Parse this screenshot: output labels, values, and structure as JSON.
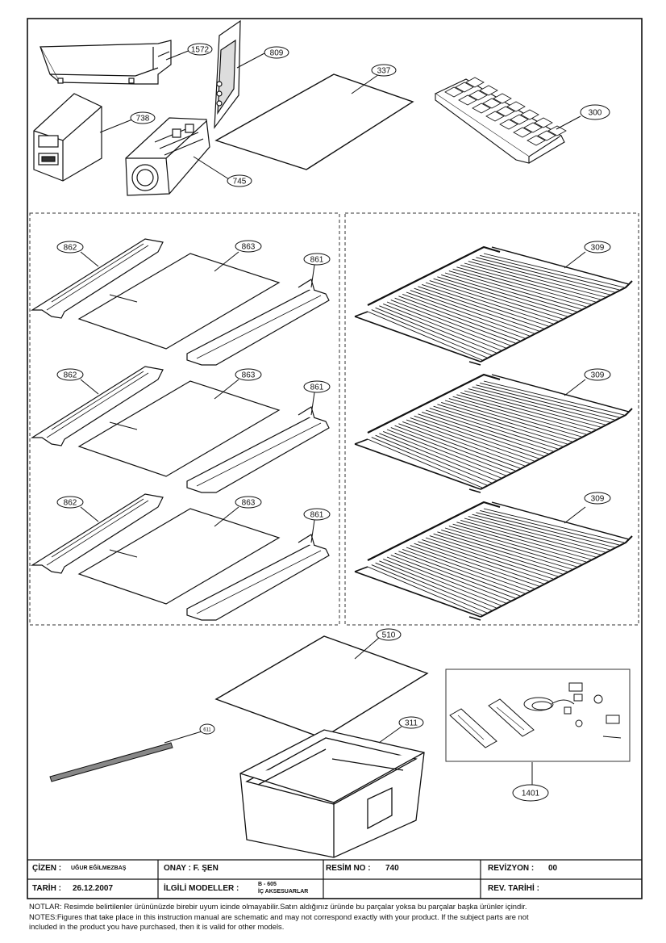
{
  "parts": {
    "p1572": "1572",
    "p809": "809",
    "p337": "337",
    "p300": "300",
    "p738": "738",
    "p745": "745",
    "p862a": "862",
    "p863a": "863",
    "p861a": "861",
    "p862b": "862",
    "p863b": "863",
    "p861b": "861",
    "p862c": "862",
    "p863c": "863",
    "p861c": "861",
    "p309a": "309",
    "p309b": "309",
    "p309c": "309",
    "p510": "510",
    "p311": "311",
    "p611": "611",
    "p1401": "1401"
  },
  "title_block": {
    "cizen_label": "ÇİZEN :",
    "cizen_value": "UĞUR EĞİLMEZBAŞ",
    "onay_label": "ONAY : F. ŞEN",
    "resim_label": "RESİM NO :",
    "resim_value": "740",
    "revizyon_label": "REVİZYON :",
    "revizyon_value": "00",
    "tarih_label": "TARİH :",
    "tarih_value": "26.12.2007",
    "ilgili_label": "İLGİLİ MODELLER :",
    "ilgili_model": "B - 605",
    "ilgili_desc": "İÇ AKSESUARLAR",
    "rev_tarihi_label": "REV. TARİHİ :"
  },
  "notes": {
    "line1": "NOTLAR: Resimde belirtilenler ürününüzde birebir  uyum icinde olmayabilir.Satın aldığınız üründe bu parçalar yoksa bu parçalar başka ürünler içindir.",
    "line2": "NOTES:Figures that take place in this instruction manual are schematic  and may not correspond exactly with your product. If the subject parts are not",
    "line3": "included in the product you have purchased, then it is valid for other models."
  }
}
